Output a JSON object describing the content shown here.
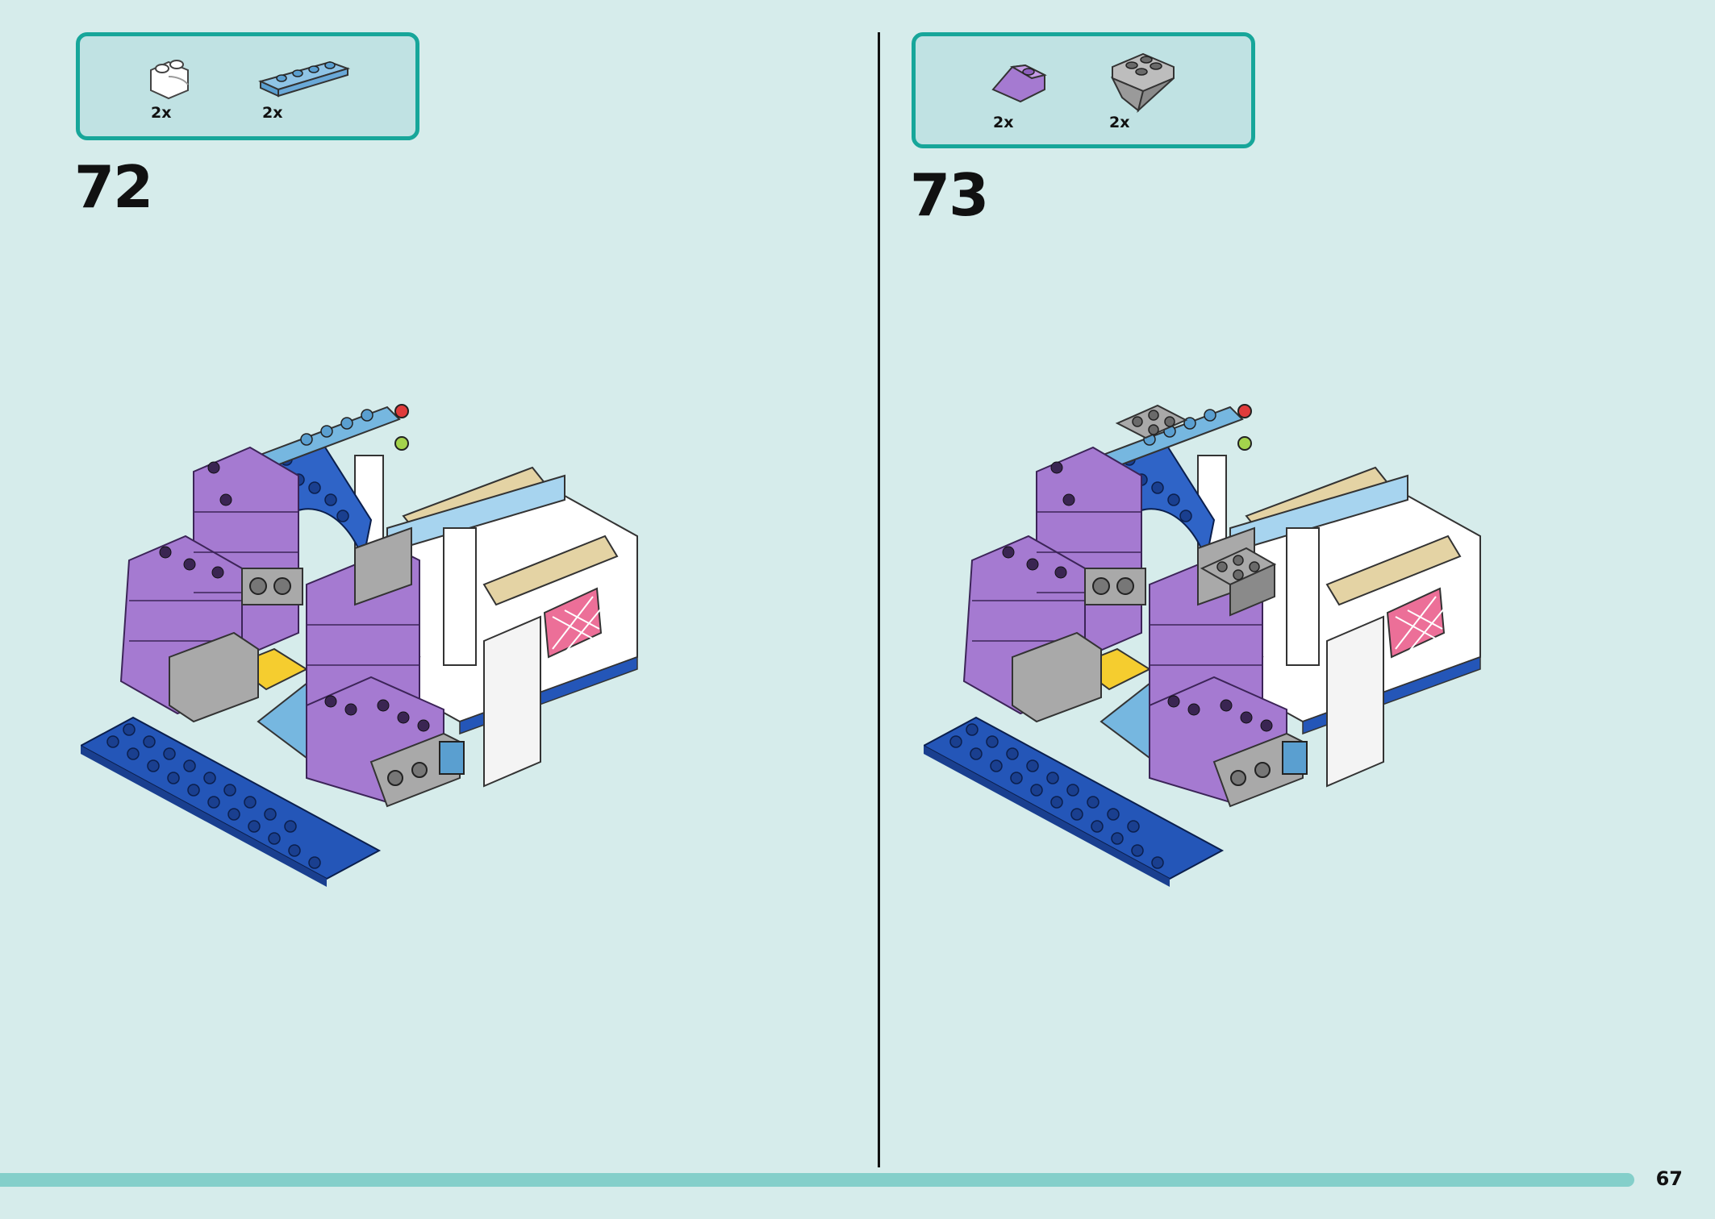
{
  "steps": [
    {
      "number": "72",
      "parts": [
        {
          "qty": "2x",
          "icon": "white-round-brick-icon",
          "color": "#ffffff"
        },
        {
          "qty": "2x",
          "icon": "light-blue-plate-1x4-icon",
          "color": "#76b7e0"
        }
      ]
    },
    {
      "number": "73",
      "parts": [
        {
          "qty": "2x",
          "icon": "lavender-slope-icon",
          "color": "#a57ad1"
        },
        {
          "qty": "2x",
          "icon": "grey-inverted-slope-icon",
          "color": "#a9a9a9"
        }
      ]
    }
  ],
  "page_number": "67",
  "colors": {
    "background": "#d6eceb",
    "accent": "#17a69a",
    "progress": "#84cfca",
    "lavender": "#a57ad1",
    "dark_blue": "#2456b8",
    "light_blue": "#76b7e0",
    "yellow": "#f5cd2f",
    "grey": "#a9a9a9",
    "tan": "#e4d3a4",
    "pink": "#ec6f98"
  }
}
